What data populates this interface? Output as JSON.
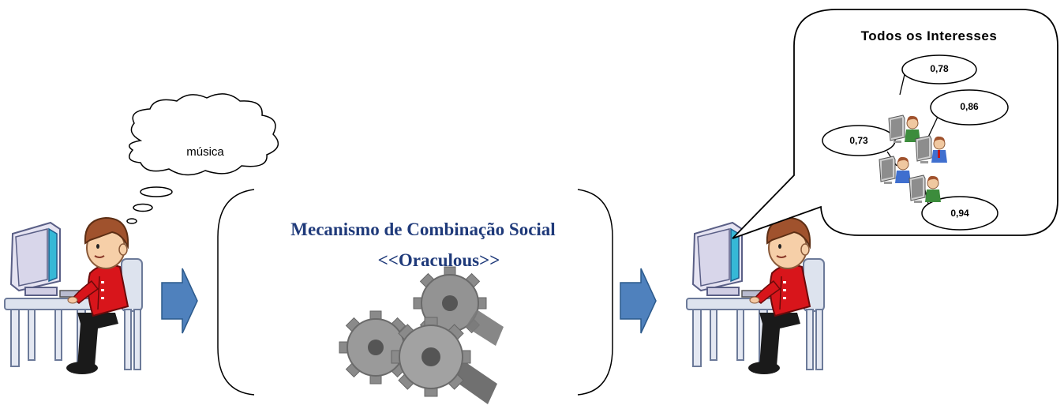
{
  "thought": {
    "text": "música"
  },
  "mechanism": {
    "title": "Mecanismo de Combinação Social",
    "subtitle": "<<Oraculous>>",
    "color": "#1F3A7A"
  },
  "result": {
    "title": "Todos os Interesses",
    "scores": [
      "0,78",
      "0,86",
      "0,73",
      "0,94"
    ]
  },
  "colors": {
    "arrow_fill": "#4F81BD",
    "arrow_stroke": "#2C5A8C",
    "shirt": "#D8151B",
    "hair": "#A0522D",
    "gear": "#8E8E8E"
  },
  "icons": [
    "user-at-computer-icon",
    "thought-cloud-icon",
    "gears-icon",
    "arrow-right-icon",
    "speech-bubble-icon",
    "user-group-icon"
  ]
}
